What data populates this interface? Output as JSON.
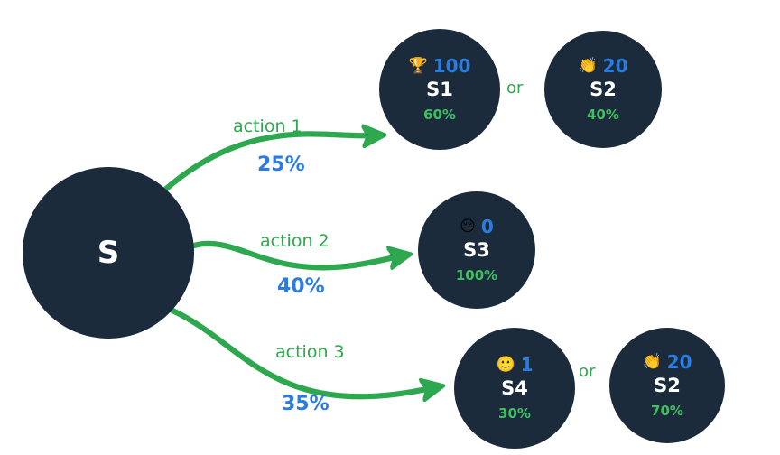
{
  "diagram": {
    "title": "Markov decision process transition diagram",
    "colors": {
      "node_fill": "#1b2b3c",
      "node_text": "#ffffff",
      "reward_blue": "#2b7ce0",
      "probability_green": "#3fbf5f",
      "arrow_green": "#2ea84f",
      "background": "#ffffff"
    }
  },
  "root": {
    "label": "S"
  },
  "edges": [
    {
      "action_label": "action 1",
      "probability_label": "25%"
    },
    {
      "action_label": "action 2",
      "probability_label": "40%"
    },
    {
      "action_label": "action 3",
      "probability_label": "35%"
    }
  ],
  "connectors": [
    {
      "label": "or"
    },
    {
      "label": "or"
    }
  ],
  "outcomes": [
    {
      "group": 1,
      "nodes": [
        {
          "emoji": "🏆",
          "emoji_name": "trophy-emoji",
          "reward": "100",
          "label": "S1",
          "probability": "60%"
        },
        {
          "emoji": "👏",
          "emoji_name": "clapping-hands-emoji",
          "reward": "20",
          "label": "S2",
          "probability": "40%"
        }
      ]
    },
    {
      "group": 2,
      "nodes": [
        {
          "emoji": "😔",
          "emoji_name": "pensive-face-emoji",
          "reward": "0",
          "label": "S3",
          "probability": "100%"
        }
      ]
    },
    {
      "group": 3,
      "nodes": [
        {
          "emoji": "🙂",
          "emoji_name": "slightly-smiling-face-emoji",
          "reward": "1",
          "label": "S4",
          "probability": "30%"
        },
        {
          "emoji": "👏",
          "emoji_name": "clapping-hands-emoji",
          "reward": "20",
          "label": "S2",
          "probability": "70%"
        }
      ]
    }
  ]
}
